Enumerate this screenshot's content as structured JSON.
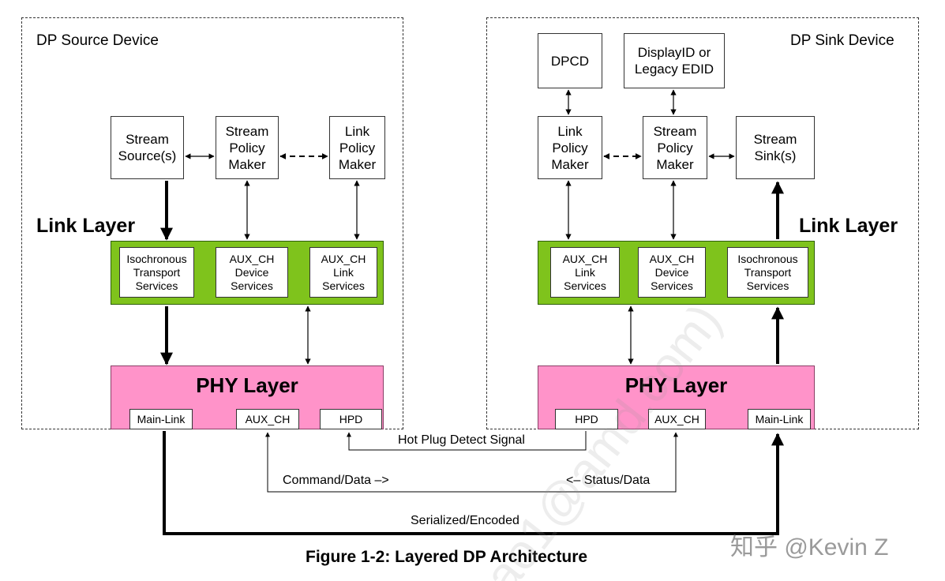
{
  "source": {
    "title": "DP Source Device",
    "link_layer_label": "Link Layer",
    "stream_source": "Stream\nSource(s)",
    "stream_policy": "Stream\nPolicy\nMaker",
    "link_policy": "Link\nPolicy\nMaker",
    "services": [
      "Isochronous\nTransport\nServices",
      "AUX_CH\nDevice\nServices",
      "AUX_CH\nLink\nServices"
    ],
    "phy_title": "PHY Layer",
    "ports": [
      "Main-Link",
      "AUX_CH",
      "HPD"
    ]
  },
  "sink": {
    "title": "DP Sink Device",
    "link_layer_label": "Link Layer",
    "dpcd": "DPCD",
    "edid": "DisplayID or\nLegacy EDID",
    "link_policy": "Link\nPolicy\nMaker",
    "stream_policy": "Stream\nPolicy\nMaker",
    "stream_sink": "Stream\nSink(s)",
    "services": [
      "AUX_CH\nLink\nServices",
      "AUX_CH\nDevice\nServices",
      "Isochronous\nTransport\nServices"
    ],
    "phy_title": "PHY Layer",
    "ports": [
      "HPD",
      "AUX_CH",
      "Main-Link"
    ]
  },
  "signals": {
    "hpd": "Hot Plug Detect Signal",
    "command": "Command/Data –>",
    "status": "<– Status/Data",
    "serialized": "Serialized/Encoded"
  },
  "caption": "Figure 1-2: Layered DP Architecture",
  "watermark": "知乎 @Kevin Z",
  "diagonal_watermark": "ao1@amd.com)"
}
